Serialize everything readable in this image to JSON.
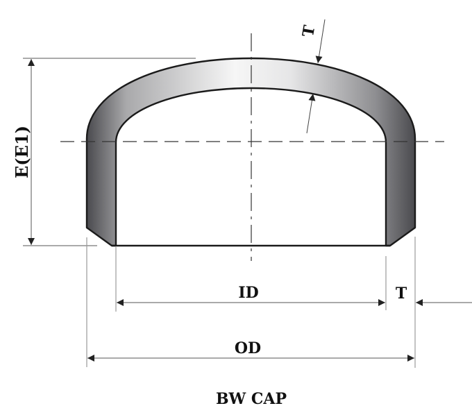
{
  "diagram": {
    "title": "BW CAP",
    "labels": {
      "height": "E(E1)",
      "thickness_top": "T",
      "inner_diameter": "ID",
      "thickness_side": "T",
      "outer_diameter": "OD"
    },
    "colors": {
      "outline": "#1a1a1a",
      "dimension_line": "#555555",
      "extension_line": "#9a9a9a",
      "shade_dark": "#4a4a4e",
      "shade_light": "#f4f4f4"
    }
  }
}
